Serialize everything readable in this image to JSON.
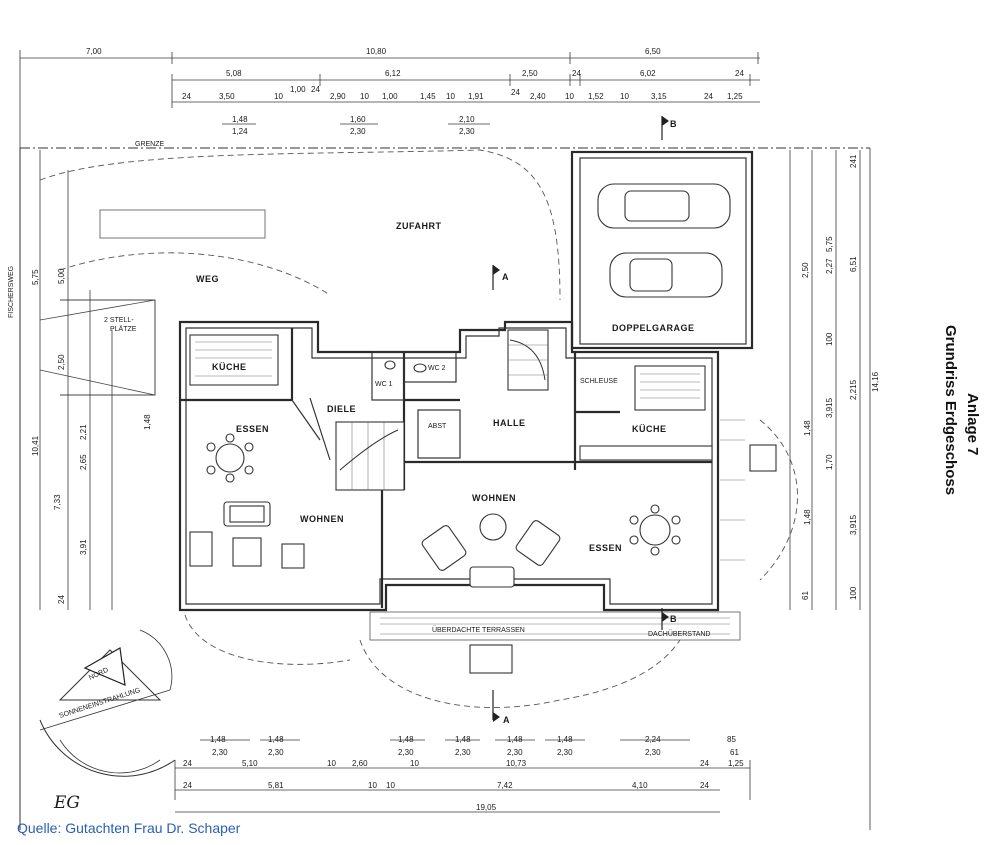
{
  "annex": {
    "title": "Anlage 7",
    "subtitle": "Grundriss Erdgeschoss"
  },
  "floor_label": "EG",
  "source": "Quelle: Gutachten Frau Dr. Schaper",
  "rooms": {
    "zufahrt": "ZUFAHRT",
    "weg": "WEG",
    "stellplaetze_1": "2 STELL-",
    "stellplaetze_2": "PLÄTZE",
    "doppelgarage": "DOPPELGARAGE",
    "kueche_left": "KÜCHE",
    "diele": "DIELE",
    "essen_left": "ESSEN",
    "wohnen_left": "WOHNEN",
    "wc1": "WC 1",
    "wc2": "WC 2",
    "abst": "ABST",
    "halle": "HALLE",
    "schleuse": "SCHLEUSE",
    "kueche_right": "KÜCHE",
    "wohnen_right": "WOHNEN",
    "essen_right": "ESSEN",
    "terrasse": "ÜBERDACHTE TERRASSEN",
    "dachueberstand": "DACHÜBERSTAND",
    "grenze": "GRENZE",
    "fischerweg": "FISCHERSWEG",
    "nord": "NORD",
    "sonne": "SONNENEINSTRAHLUNG"
  },
  "section_marks": {
    "a_top": "A",
    "a_bottom": "A",
    "b_top": "B",
    "b_bottom": "B"
  },
  "dims_top": {
    "r1": [
      "7,00",
      "10,80",
      "6,50"
    ],
    "r2": [
      "5,08",
      "6,12",
      "2,50",
      "24",
      "6,02",
      "24"
    ],
    "r3": [
      "24",
      "3,50",
      "10",
      "1,00",
      "24",
      "2,90",
      "10",
      "1,00",
      "1,45",
      "10",
      "1,91",
      "24",
      "2,40",
      "10",
      "1,52",
      "10",
      "3,15",
      "24",
      "1,25"
    ],
    "r4a": [
      "1,48",
      "1,60",
      "2,10"
    ],
    "r4b": [
      "1,24",
      "2,30",
      "2,30"
    ]
  },
  "dims_bottom": {
    "r1a": [
      "1,48",
      "1,48",
      "1,48",
      "1,48",
      "1,48",
      "1,48",
      "2,24",
      "85"
    ],
    "r1b": [
      "2,30",
      "2,30",
      "2,30",
      "2,30",
      "2,30",
      "2,30",
      "2,30",
      "61"
    ],
    "r2": [
      "24",
      "5,10",
      "10",
      "2,60",
      "10",
      "10,73",
      "24",
      "1,25"
    ],
    "r3": [
      "24",
      "5,81",
      "10",
      "10",
      "7,42",
      "4,10",
      "24"
    ],
    "r4": [
      "19,05"
    ]
  },
  "dims_left": [
    "5,75",
    "5,00",
    "2,50",
    "10,41",
    "7,33",
    "3,91",
    "2,65",
    "2,21",
    "1,48",
    "24"
  ],
  "dims_right": [
    "241",
    "6,51",
    "5,75",
    "2,50",
    "2,27",
    "100",
    "2,215",
    "3,915",
    "1,48",
    "1,70",
    "3,915",
    "1,48",
    "61",
    "100",
    "14,16"
  ]
}
